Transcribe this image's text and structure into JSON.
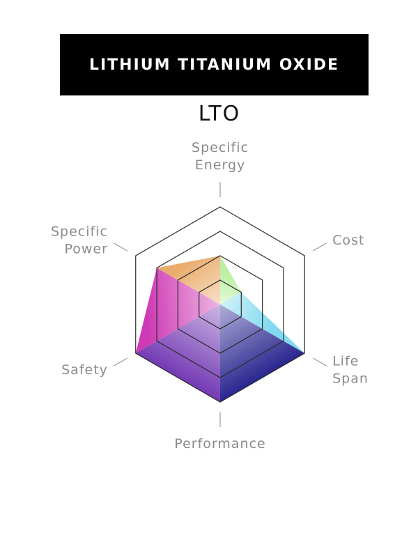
{
  "title": "LITHIUM TITANIUM OXIDE",
  "subtitle": "LTO",
  "colors": {
    "banner_bg": "#000000",
    "banner_text": "#ffffff",
    "grid": "#2a2a2a",
    "label": "#8a8a8a",
    "specific_energy": "#b8ef9c",
    "cost": "#7ad8ee",
    "life_span": "#1e1a8a",
    "performance": "#6c2fb0",
    "safety": "#cc2fb0",
    "specific_power": "#e9a865"
  },
  "chart_data": {
    "type": "radar",
    "rings": 4,
    "range": [
      0,
      4
    ],
    "axes": [
      {
        "key": "specific_energy",
        "label_lines": [
          "Specific",
          "Energy"
        ],
        "value": 2
      },
      {
        "key": "cost",
        "label_lines": [
          "Cost"
        ],
        "value": 1
      },
      {
        "key": "life_span",
        "label_lines": [
          "Life",
          "Span"
        ],
        "value": 4
      },
      {
        "key": "performance",
        "label_lines": [
          "Performance"
        ],
        "value": 4
      },
      {
        "key": "safety",
        "label_lines": [
          "Safety"
        ],
        "value": 4
      },
      {
        "key": "specific_power",
        "label_lines": [
          "Specific",
          "Power"
        ],
        "value": 3
      }
    ]
  }
}
